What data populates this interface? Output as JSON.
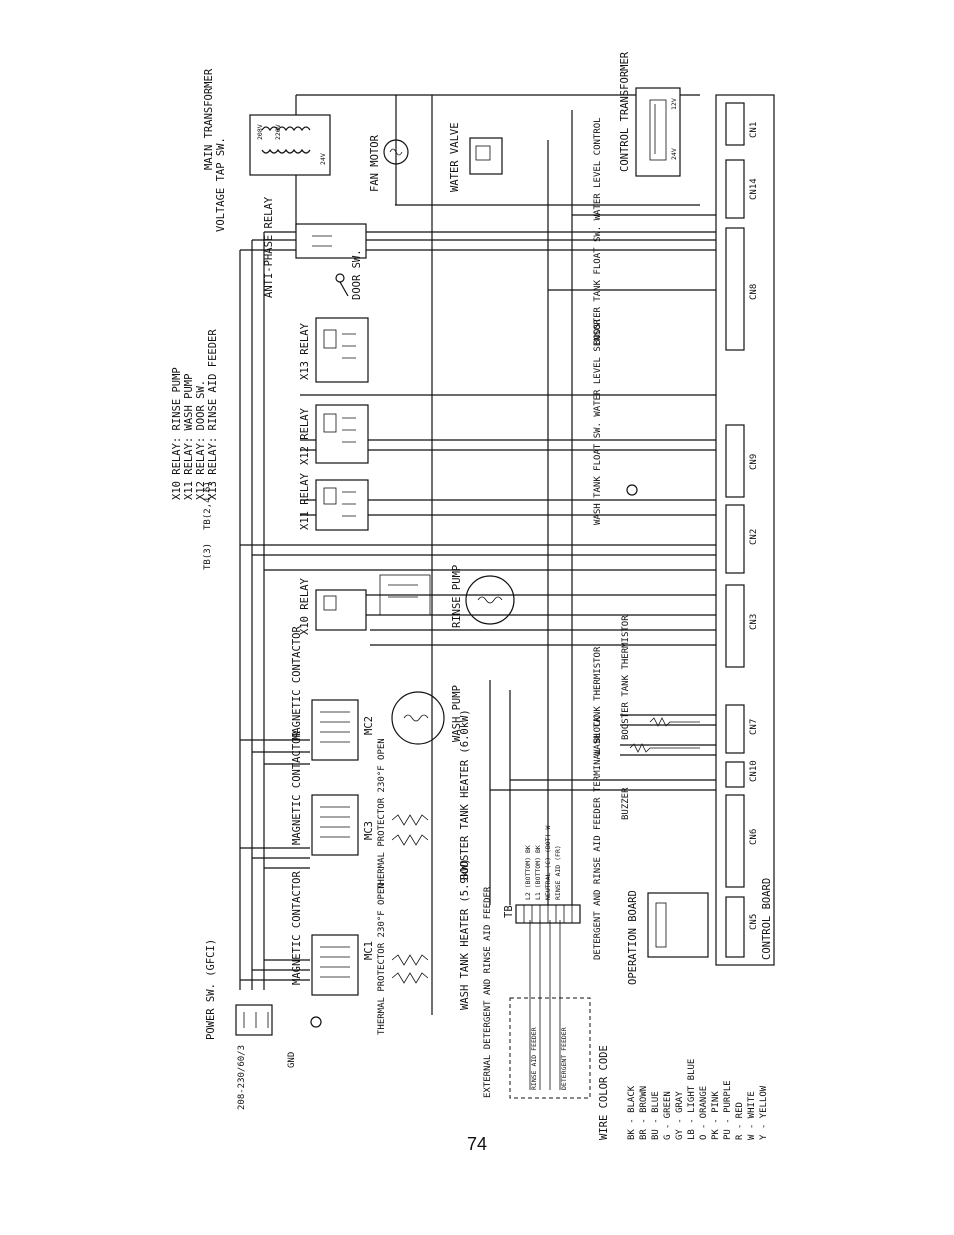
{
  "diagram": {
    "transformer": {
      "title": "MAIN TRANSFORMER",
      "tap_primary": "220V",
      "tap_secondary": "208V",
      "tap_low": "24V"
    },
    "voltage_tap_switch": "VOLTAGE TAP SW.",
    "fan_motor": "FAN MOTOR",
    "water_valve": "WATER VALVE",
    "control_transformer": {
      "title": "CONTROL TRANSFORMER",
      "spec1": "12V",
      "spec2": "24V"
    },
    "anti_phase_relay": "ANTI-PHASE RELAY",
    "door_switch": "DOOR SW.",
    "relays": {
      "x10": "X10 RELAY",
      "x11": "X11 RELAY",
      "x12": "X12 RELAY",
      "x13": "X13 RELAY"
    },
    "relay_legend": [
      "X10 RELAY: RINSE PUMP",
      "X11 RELAY: WASH PUMP",
      "X12 RELAY: DOOR SW.",
      "X13 RELAY: RINSE AID FEEDER"
    ],
    "terminals": {
      "tb_top": "TB(3)",
      "tb_top2": "TB(2,4,6)"
    },
    "rinse_pump": "RINSE PUMP",
    "wash_pump": "WASH PUMP",
    "contactors": {
      "mc1": "MC1",
      "mc2": "MC2",
      "mc3": "MC3",
      "label": "MAGNETIC CONTACTOR"
    },
    "booster_heater": "BOOSTER TANK HEATER (6.0kW)",
    "wash_heater": "WASH TANK HEATER (5.9kW)",
    "thermal_protector_mc3": "THERMAL PROTECTOR 230°F OPEN",
    "thermal_protector_mc1": "THERMAL PROTECTOR 230°F OPEN",
    "power_switch": "POWER SW. (GFCI)",
    "power_supply": "208-230/60/3",
    "ground": "GND",
    "tb_block": {
      "title": "TB",
      "lines": [
        "L2 (BOTTOM) BK",
        "L1 (BOTTOM) BK",
        "NEUTRAL (C) (BOT) W",
        "RINSE AID (FR)"
      ],
      "note": "DETERGENT AND RINSE AID FEEDER TERMINAL BLOCK"
    },
    "external_feeder": {
      "title": "EXTERNAL DETERGENT AND RINSE AID FEEDER",
      "rinse": "RINSE AID FEEDER",
      "detergent": "DETERGENT FEEDER"
    },
    "booster_thermistor": "BOOSTER TANK THERMISTOR",
    "wash_thermistor": "WASH TANK THERMISTOR",
    "wash_level_sensor": "WASH TANK FLOAT SW. WATER LEVEL SENSOR",
    "float_switches": "BOOSTER TANK FLOAT SW. WATER LEVEL CONTROL",
    "buzzer": "BUZZER",
    "operation_board": "OPERATION BOARD",
    "control_board": "CONTROL BOARD",
    "connectors": [
      "CN1",
      "CN14",
      "CN8",
      "CN9",
      "CN2",
      "CN3",
      "CN7",
      "CN10",
      "CN6",
      "CN5"
    ],
    "wire_code": {
      "title": "WIRE COLOR CODE",
      "entries": [
        "BK - BLACK",
        "BR - BROWN",
        "BU - BLUE",
        "G - GREEN",
        "GY - GRAY",
        "LB - LIGHT BLUE",
        "O - ORANGE",
        "PK - PINK",
        "PU - PURPLE",
        "R - RED",
        "W - WHITE",
        "Y - YELLOW"
      ]
    }
  },
  "page_number": "74"
}
